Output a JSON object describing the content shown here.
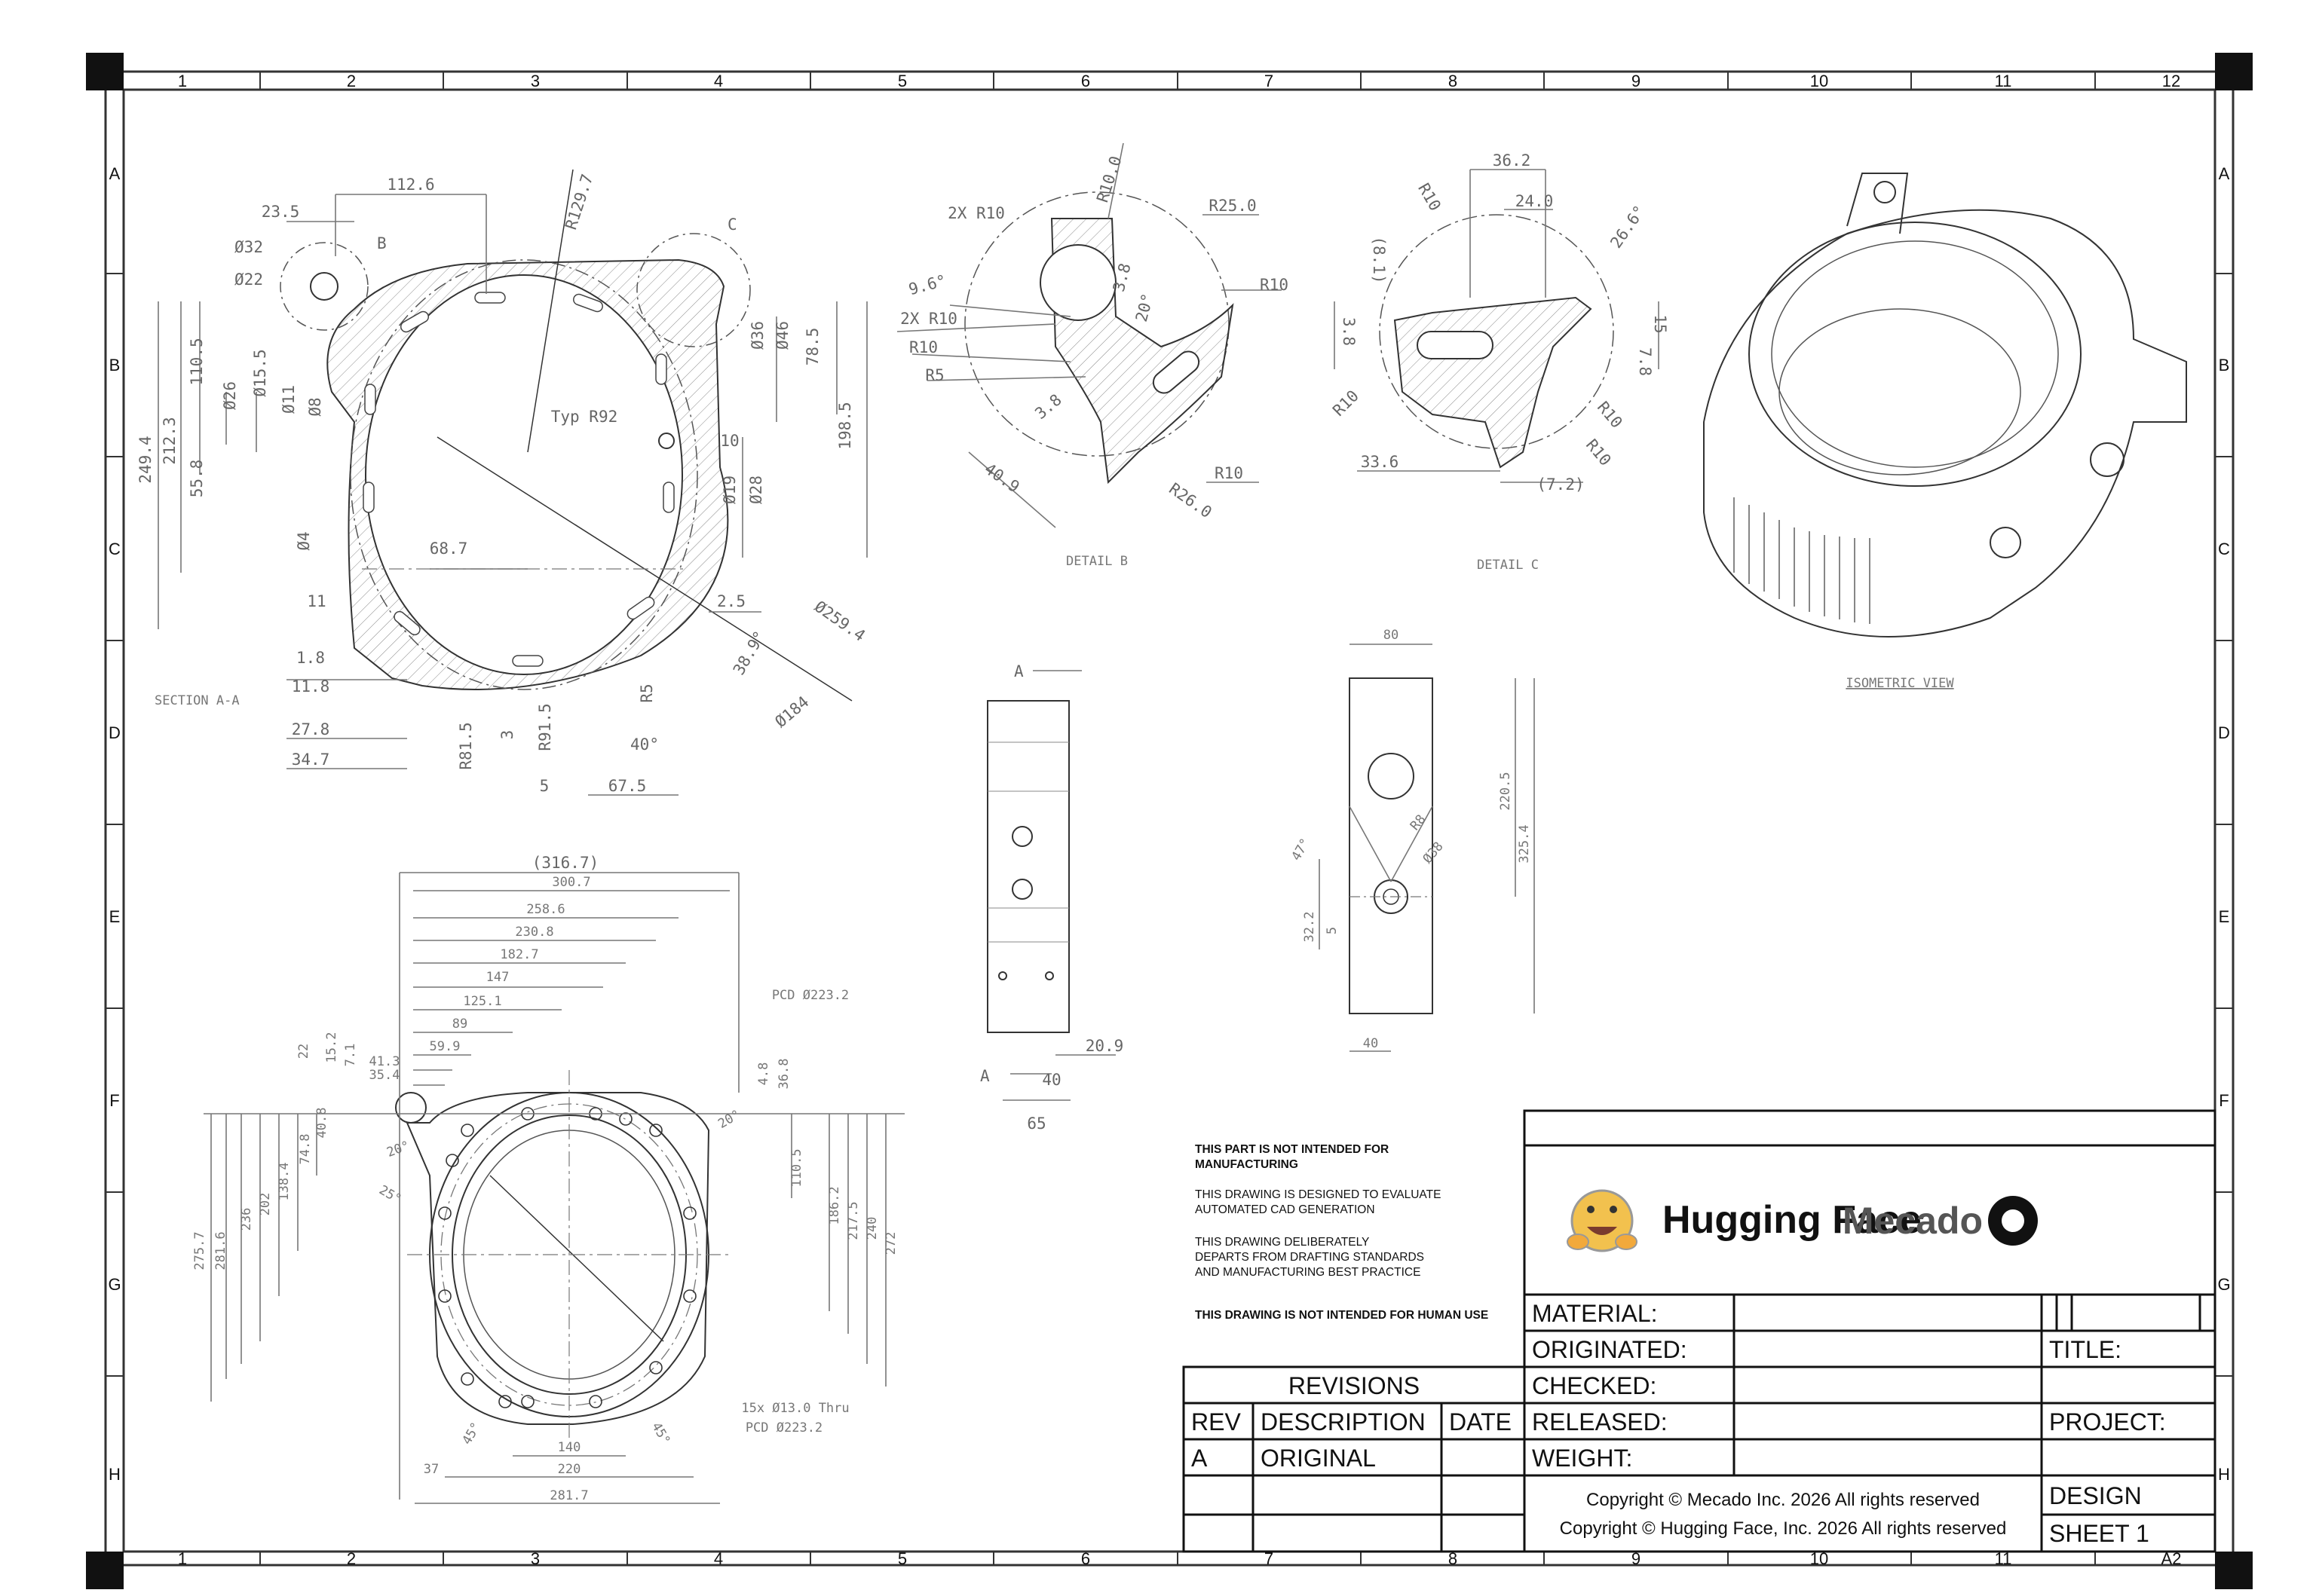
{
  "frame": {
    "zone_columns": [
      "1",
      "2",
      "3",
      "4",
      "5",
      "6",
      "7",
      "8",
      "9",
      "10",
      "11",
      "12"
    ],
    "zone_columns_bottom": [
      "1",
      "2",
      "3",
      "4",
      "5",
      "6",
      "7",
      "8",
      "9",
      "10",
      "11",
      "A2"
    ],
    "zone_rows": [
      "A",
      "B",
      "C",
      "D",
      "E",
      "F",
      "G",
      "H"
    ]
  },
  "views": {
    "section_label": "SECTION A-A",
    "detail_b_label": "DETAIL B",
    "detail_c_label": "DETAIL C",
    "isometric_label": "ISOMETRIC VIEW",
    "section_marker": "A",
    "detail_b_marker": "B",
    "detail_c_marker": "C"
  },
  "dimensions": {
    "section": [
      "112.6",
      "R129.7",
      "23.5",
      "Ø32",
      "Ø22",
      "110.5",
      "Ø26",
      "Ø15.5",
      "Ø11",
      "Ø8",
      "249.4",
      "212.3",
      "55.8",
      "Ø4",
      "68.7",
      "Typ R92",
      "Ø36",
      "Ø46",
      "78.5",
      "198.5",
      "10",
      "Ø19",
      "Ø28",
      "2.5",
      "Ø259.4",
      "38.9°",
      "Ø184",
      "11",
      "1.8",
      "11.8",
      "27.8",
      "34.7",
      "R81.5",
      "3",
      "R91.5",
      "5",
      "67.5",
      "40°",
      "R5"
    ],
    "detail_b": [
      "R10.0",
      "2X R10",
      "R25.0",
      "9.6°",
      "3.8",
      "20°",
      "2X R10",
      "R10",
      "R10",
      "R5",
      "3.8",
      "40.9",
      "R10",
      "R26.0"
    ],
    "detail_c": [
      "36.2",
      "24.0",
      "R10",
      "26.6°",
      "(8.1)",
      "3.8",
      "15",
      "7.8",
      "R10",
      "R10",
      "R10",
      "33.6",
      "(7.2)"
    ],
    "top_view": [
      "(316.7)",
      "300.7",
      "258.6",
      "230.8",
      "182.7",
      "147",
      "125.1",
      "89",
      "59.9",
      "41.3",
      "35.4",
      "22",
      "15.2",
      "7.1",
      "40.8",
      "74.8",
      "138.4",
      "202",
      "236",
      "281.6",
      "275.7",
      "110.5",
      "186.2",
      "217.5",
      "240",
      "272",
      "4.8",
      "36.8",
      "PCD Ø223.2",
      "15x Ø13.0 Thru",
      "PCD Ø223.2",
      "20°",
      "20°",
      "25°",
      "45°",
      "45°",
      "140",
      "220",
      "37",
      "281.7"
    ],
    "side_view": [
      "A",
      "A",
      "20.9",
      "40",
      "65"
    ],
    "right_view": [
      "80",
      "220.5",
      "325.4",
      "47°",
      "R8",
      "Ø38",
      "32.2",
      "5",
      "40"
    ]
  },
  "notes": [
    "THIS PART IS NOT INTENDED FOR MANUFACTURING",
    "THIS DRAWING IS DESIGNED TO EVALUATE AUTOMATED CAD GENERATION",
    "THIS DRAWING DELIBERATELY DEPARTS FROM DRAFTING STANDARDS AND MANUFACTURING BEST PRACTICE",
    "THIS DRAWING IS NOT INTENDED FOR HUMAN USE"
  ],
  "title_block": {
    "logo_hf": "Hugging Face",
    "logo_mecado": "Mecado",
    "material_label": "MATERIAL:",
    "originated_label": "ORIGINATED:",
    "checked_label": "CHECKED:",
    "released_label": "RELEASED:",
    "weight_label": "WEIGHT:",
    "title_label": "TITLE:",
    "project_label": "PROJECT:",
    "design_label": "DESIGN",
    "sheet_label": "SHEET 1",
    "copyright_1": "Copyright © Mecado Inc. 2026 All rights reserved",
    "copyright_2": "Copyright © Hugging Face, Inc. 2026 All rights reserved"
  },
  "revisions": {
    "title": "REVISIONS",
    "headers": [
      "REV",
      "DESCRIPTION",
      "DATE"
    ],
    "rows": [
      [
        "A",
        "ORIGINAL",
        ""
      ]
    ]
  }
}
